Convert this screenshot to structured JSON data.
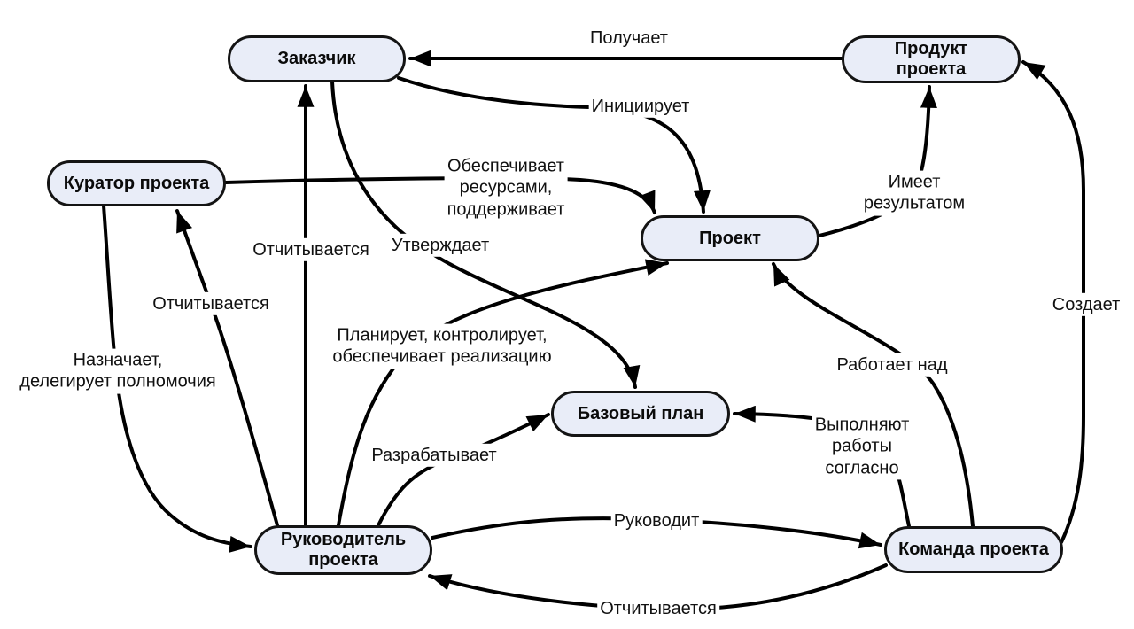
{
  "diagram": {
    "type": "directed-graph",
    "language": "ru",
    "colors": {
      "background": "#ffffff",
      "node_fill": "#e9edf8",
      "node_border": "#141414",
      "edge": "#000000"
    },
    "nodes": [
      {
        "id": "zakazchik",
        "label": "Заказчик"
      },
      {
        "id": "produkt-proekta",
        "label": "Продукт\nпроекта"
      },
      {
        "id": "kurator-proekta",
        "label": "Куратор проекта"
      },
      {
        "id": "proekt",
        "label": "Проект"
      },
      {
        "id": "bazovyy-plan",
        "label": "Базовый план"
      },
      {
        "id": "rukovoditel-proekta",
        "label": "Руководитель\nпроекта"
      },
      {
        "id": "komanda-proekta",
        "label": "Команда проекта"
      }
    ],
    "edges": [
      {
        "from": "produkt-proekta",
        "to": "zakazchik",
        "label": "Получает"
      },
      {
        "from": "zakazchik",
        "to": "proekt",
        "label": "Инициирует"
      },
      {
        "from": "kurator-proekta",
        "to": "proekt",
        "label": "Обеспечивает\nресурсами,\nподдерживает"
      },
      {
        "from": "proekt",
        "to": "produkt-proekta",
        "label": "Имеет\nрезультатом"
      },
      {
        "from": "rukovoditel-proekta",
        "to": "zakazchik",
        "label": "Отчитывается"
      },
      {
        "from": "zakazchik",
        "to": "bazovyy-plan",
        "label": "Утверждает"
      },
      {
        "from": "rukovoditel-proekta",
        "to": "kurator-proekta",
        "label": "Отчитывается"
      },
      {
        "from": "kurator-proekta",
        "to": "rukovoditel-proekta",
        "label": "Назначает,\nделегирует полномочия"
      },
      {
        "from": "rukovoditel-proekta",
        "to": "proekt",
        "label": "Планирует, контролирует,\nобеспечивает реализацию"
      },
      {
        "from": "rukovoditel-proekta",
        "to": "bazovyy-plan",
        "label": "Разрабатывает"
      },
      {
        "from": "komanda-proekta",
        "to": "bazovyy-plan",
        "label": "Выполняют\nработы\nсогласно"
      },
      {
        "from": "komanda-proekta",
        "to": "proekt",
        "label": "Работает над"
      },
      {
        "from": "komanda-proekta",
        "to": "produkt-proekta",
        "label": "Создает"
      },
      {
        "from": "rukovoditel-proekta",
        "to": "komanda-proekta",
        "label": "Руководит"
      },
      {
        "from": "komanda-proekta",
        "to": "rukovoditel-proekta",
        "label": "Отчитывается"
      }
    ]
  }
}
